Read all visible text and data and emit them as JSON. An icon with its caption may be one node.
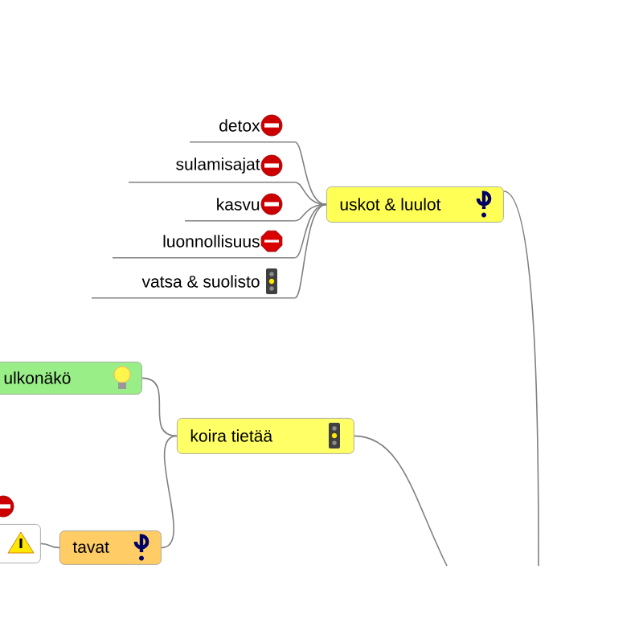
{
  "diagram": {
    "nodes": [
      {
        "text": [
          "uskot & luulot"
        ]
      },
      {
        "text": [
          "detox"
        ]
      },
      {
        "text": [
          "sulamisajat"
        ]
      },
      {
        "text": [
          "kasvu"
        ]
      },
      {
        "text": [
          "luonnollisuus"
        ]
      },
      {
        "text": [
          "vatsa & suolisto"
        ]
      },
      {
        "text": [
          "ulkonäkö"
        ]
      },
      {
        "text": [
          "koira tietää"
        ]
      },
      {
        "text": [
          "tavat"
        ]
      },
      {
        "text": [],
        "shape": "box"
      }
    ],
    "edges": [
      {
        "from": 0,
        "to": 1,
        "arrow": "none"
      },
      {
        "from": 0,
        "to": 2,
        "arrow": "none"
      },
      {
        "from": 0,
        "to": 3,
        "arrow": "none"
      },
      {
        "from": 0,
        "to": 4,
        "arrow": "none"
      },
      {
        "from": 0,
        "to": 5,
        "arrow": "none"
      },
      {
        "from": 7,
        "to": 6,
        "arrow": "none"
      },
      {
        "from": 7,
        "to": 8,
        "arrow": "none"
      },
      {
        "from": 8,
        "to": 9,
        "arrow": "none"
      },
      {
        "from": 0,
        "to": null,
        "arrow": "none"
      },
      {
        "from": 7,
        "to": null,
        "arrow": "none"
      }
    ]
  }
}
